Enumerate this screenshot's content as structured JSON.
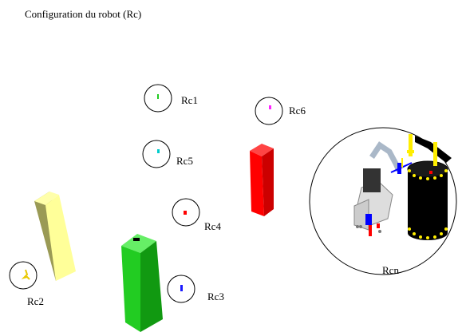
{
  "title": "Configuration du robot (Rc)",
  "labels": {
    "rc1": "Rc1",
    "rc2": "Rc2",
    "rc3": "Rc3",
    "rc4": "Rc4",
    "rc5": "Rc5",
    "rc6": "Rc6",
    "rcn": "Rcn"
  },
  "colors": {
    "rc1": "#22cc22",
    "rc2": "#e8c800",
    "rc3": "#1a1aff",
    "rc4": "#ff0000",
    "rc5": "#00cccc",
    "rc6": "#ff22ff",
    "pillar_yellow": "#ffff99",
    "pillar_green": "#33cc33",
    "pillar_red": "#ff0000"
  }
}
